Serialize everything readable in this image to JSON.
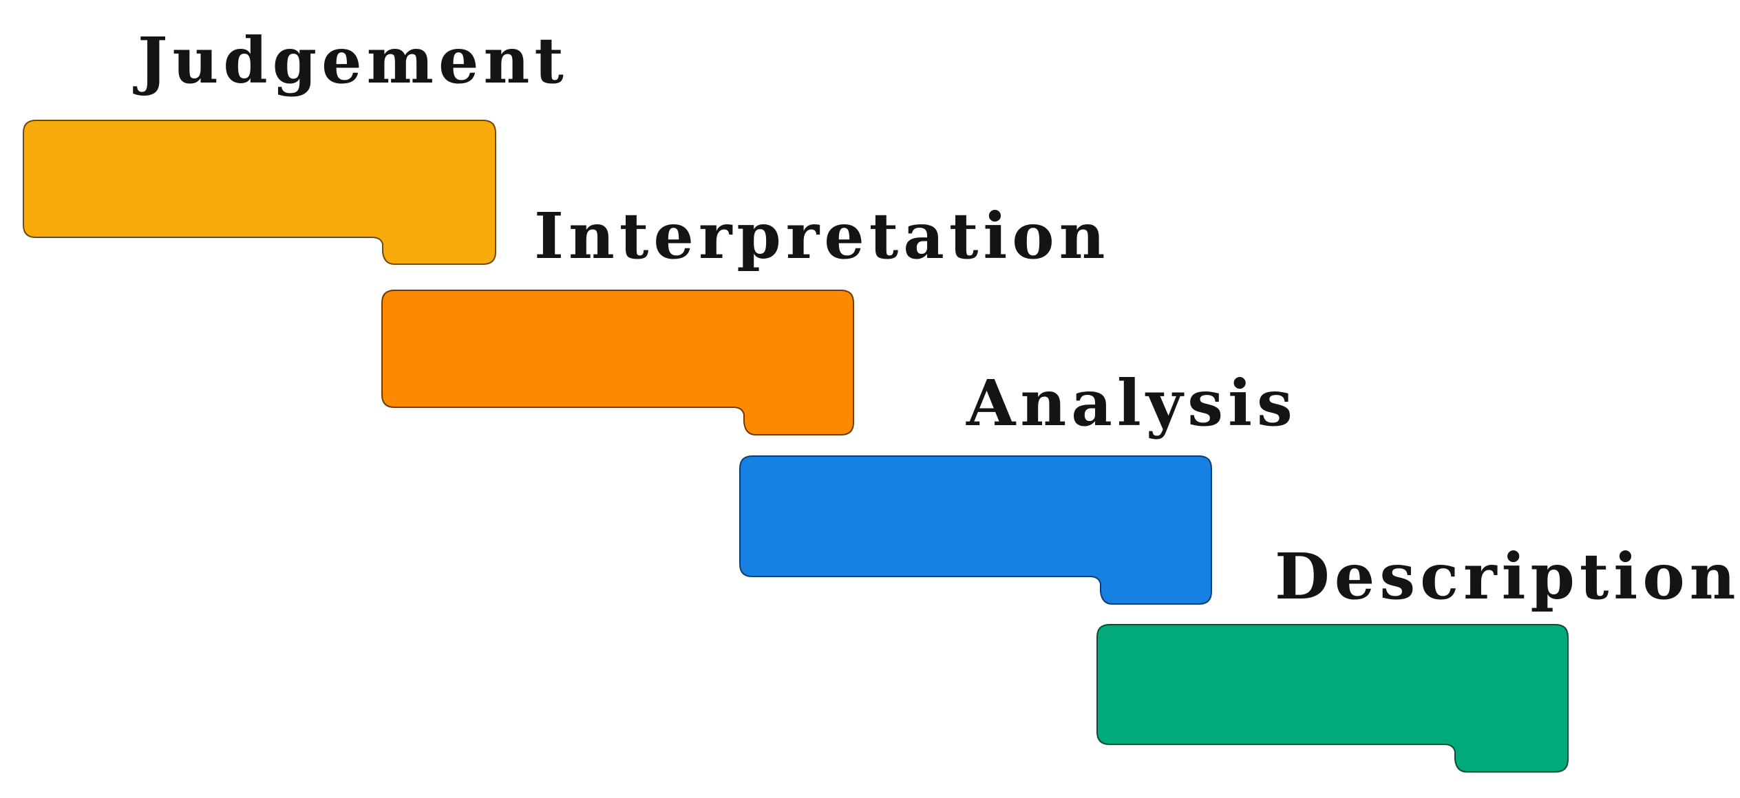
{
  "steps": [
    {
      "label": "Judgement",
      "color": "#f9aa0c"
    },
    {
      "label": "Interpretation",
      "color": "#fc8a00"
    },
    {
      "label": "Analysis",
      "color": "#1680e3"
    },
    {
      "label": "Description",
      "color": "#02a97b"
    }
  ]
}
